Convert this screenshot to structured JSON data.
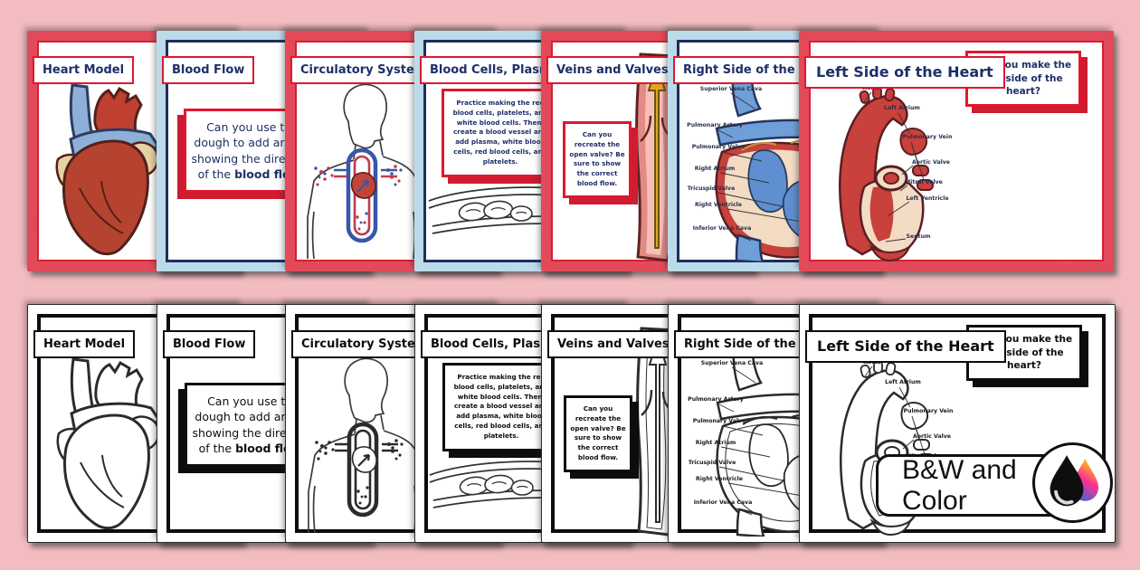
{
  "badge": {
    "label": "B&W and Color",
    "icon": "ink-drops-icon"
  },
  "rows": [
    "color",
    "bw"
  ],
  "cards": [
    {
      "id": "heart-model",
      "title": "Heart Model",
      "border": "red",
      "art": "heart-illustration"
    },
    {
      "id": "blood-flow",
      "title": "Blood Flow",
      "border": "blue",
      "question": {
        "text": "Can you use the dough to add arrows showing the direction of the ",
        "bold": "blood flow?"
      }
    },
    {
      "id": "circulatory-system",
      "title": "Circulatory System",
      "border": "red",
      "art": "circulatory-body-illustration"
    },
    {
      "id": "blood-cells",
      "title": "Blood Cells, Plasma, and Platelets",
      "border": "blue",
      "question": {
        "text": "Practice making the red blood cells, platelets, and white blood cells. Then, create a blood vessel and add plasma, white blood cells, red blood cells, and platelets.",
        "bold": ""
      },
      "art": "blood-vessel-illustration"
    },
    {
      "id": "veins-valves",
      "title": "Veins and Valves",
      "border": "red",
      "question": {
        "text": "Can you recreate the open valve? Be sure to show the correct ",
        "bold": "blood flow."
      },
      "art": "vein-valve-illustration"
    },
    {
      "id": "right-side",
      "title": "Right Side of the Heart",
      "border": "blue",
      "art": "right-heart-diagram",
      "labels": [
        "Superior Vena Cava",
        "Pulmonary Artery",
        "Pulmonary Valve",
        "Right Atrium",
        "Tricuspid Valve",
        "Right Ventricle",
        "Inferior Vena Cava"
      ]
    },
    {
      "id": "left-side",
      "title": "Left Side of the Heart",
      "border": "red",
      "orientation": "landscape",
      "question": {
        "text": "Can you make the left side of the heart?",
        "bold": ""
      },
      "art": "left-heart-diagram",
      "labels": [
        "Aorta",
        "Left Atrium",
        "Pulmonary Vein",
        "Aortic Valve",
        "Mitral Valve",
        "Left Ventricle",
        "Septum"
      ]
    }
  ],
  "colors": {
    "page_background": "#f2bcc1",
    "watercolor_red": "#e24a59",
    "watercolor_blue": "#bcdbea",
    "accent_red_border": "#e0172f",
    "navy_text": "#1e2f68",
    "navy_border": "#1e2d5c",
    "gold_arrow": "#dda820",
    "cmyk_drop_gradient": [
      "#ffd800",
      "#ff2f92",
      "#2f6bdb"
    ]
  }
}
